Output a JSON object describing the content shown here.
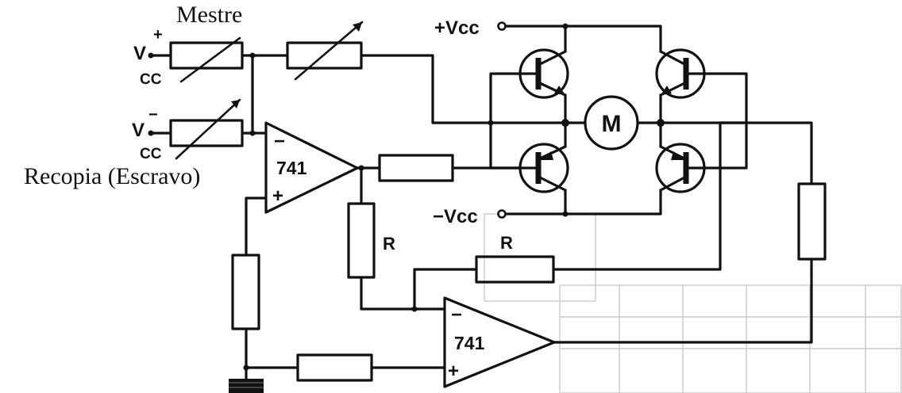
{
  "labels": {
    "master": "Mestre",
    "slave": "Recopia (Escravo)",
    "v_plus_main": "V",
    "v_plus_sup": "+",
    "v_plus_sub": "CC",
    "v_minus_main": "V",
    "v_minus_sup": "−",
    "v_minus_sub": "CC",
    "vcc_plus": "+Vcc",
    "vcc_minus": "−Vcc",
    "motor": "M",
    "opamp_top": "741",
    "opamp_bottom": "741",
    "resistor_r_vertical": "R",
    "resistor_r_horizontal": "R",
    "opamp_top_minus": "−",
    "opamp_top_plus": "+",
    "opamp_bottom_minus": "−",
    "opamp_bottom_plus": "+"
  }
}
